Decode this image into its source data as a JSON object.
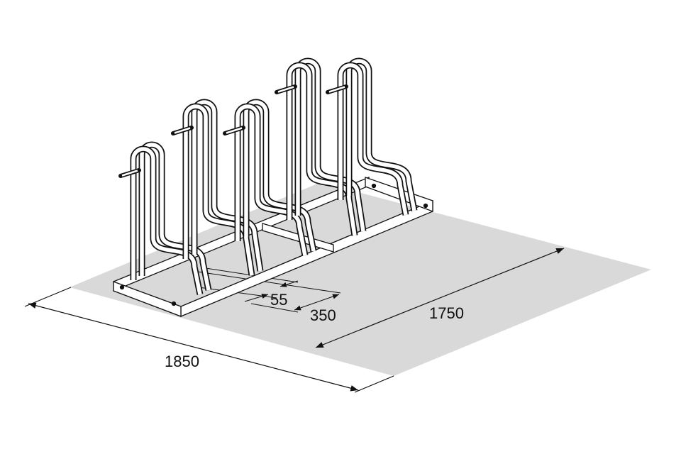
{
  "drawing": {
    "subject": "bicycle-rack",
    "colors": {
      "floor": "#d9d9d9",
      "line": "#111111",
      "tube": "#ffffff"
    },
    "dimensions": {
      "total_length": "1850",
      "depth": "1750",
      "tube_gap": "55",
      "spacing": "350"
    }
  }
}
